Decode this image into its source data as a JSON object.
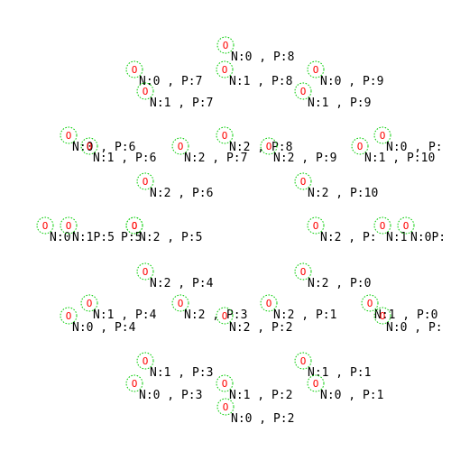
{
  "colors": {
    "background": "#ffffff",
    "label_text": "#000000",
    "marker_glyph": "#ff0000",
    "marker_ring": "#00cc00"
  },
  "nodes": [
    {
      "marker": "O",
      "label": "N:0 , P:8"
    },
    {
      "marker": "O",
      "label": "N:0 , P:7"
    },
    {
      "marker": "O",
      "label": "N:1 , P:8"
    },
    {
      "marker": "O",
      "label": "N:0 , P:9"
    },
    {
      "marker": "O",
      "label": "N:1 , P:7"
    },
    {
      "marker": "O",
      "label": "N:1 , P:9"
    },
    {
      "marker": "O",
      "label": "N:0 , P:6"
    },
    {
      "marker": "O",
      "label": "N:2 , P:8"
    },
    {
      "marker": "O",
      "label": "N:0 , P:"
    },
    {
      "marker": "O",
      "label": "N:1 , P:6"
    },
    {
      "marker": "O",
      "label": "N:2 , P:7"
    },
    {
      "marker": "O",
      "label": "N:2 , P:9"
    },
    {
      "marker": "O",
      "label": "N:1 , P:10"
    },
    {
      "marker": "O",
      "label": "N:2 , P:6"
    },
    {
      "marker": "O",
      "label": "N:2 , P:10"
    },
    {
      "marker": "O",
      "label": "N:0"
    },
    {
      "marker": "O",
      "label": "N:1P:5"
    },
    {
      "marker": "O",
      "label": "P:5"
    },
    {
      "marker": "O",
      "label": "N:2 , P:5"
    },
    {
      "marker": "O",
      "label": "N:2 , P:"
    },
    {
      "marker": "O",
      "label": "N:1"
    },
    {
      "marker": "O",
      "label": "N:0P:"
    },
    {
      "marker": "O",
      "label": "N:2 , P:4"
    },
    {
      "marker": "O",
      "label": "N:2 , P:0"
    },
    {
      "marker": "O",
      "label": "N:1 , P:4"
    },
    {
      "marker": "O",
      "label": "N:2 , P:3"
    },
    {
      "marker": "O",
      "label": "N:2 , P:1"
    },
    {
      "marker": "O",
      "label": "N:1 , P:0"
    },
    {
      "marker": "O",
      "label": "N:0 , P:4"
    },
    {
      "marker": "O",
      "label": "N:2 , P:2"
    },
    {
      "marker": "O",
      "label": "N:0 , P:"
    },
    {
      "marker": "O",
      "label": "N:1 , P:3"
    },
    {
      "marker": "O",
      "label": "N:1 , P:1"
    },
    {
      "marker": "O",
      "label": "N:0 , P:3"
    },
    {
      "marker": "O",
      "label": "N:1 , P:2"
    },
    {
      "marker": "O",
      "label": "N:0 , P:1"
    },
    {
      "marker": "O",
      "label": "N:0 , P:2"
    }
  ]
}
